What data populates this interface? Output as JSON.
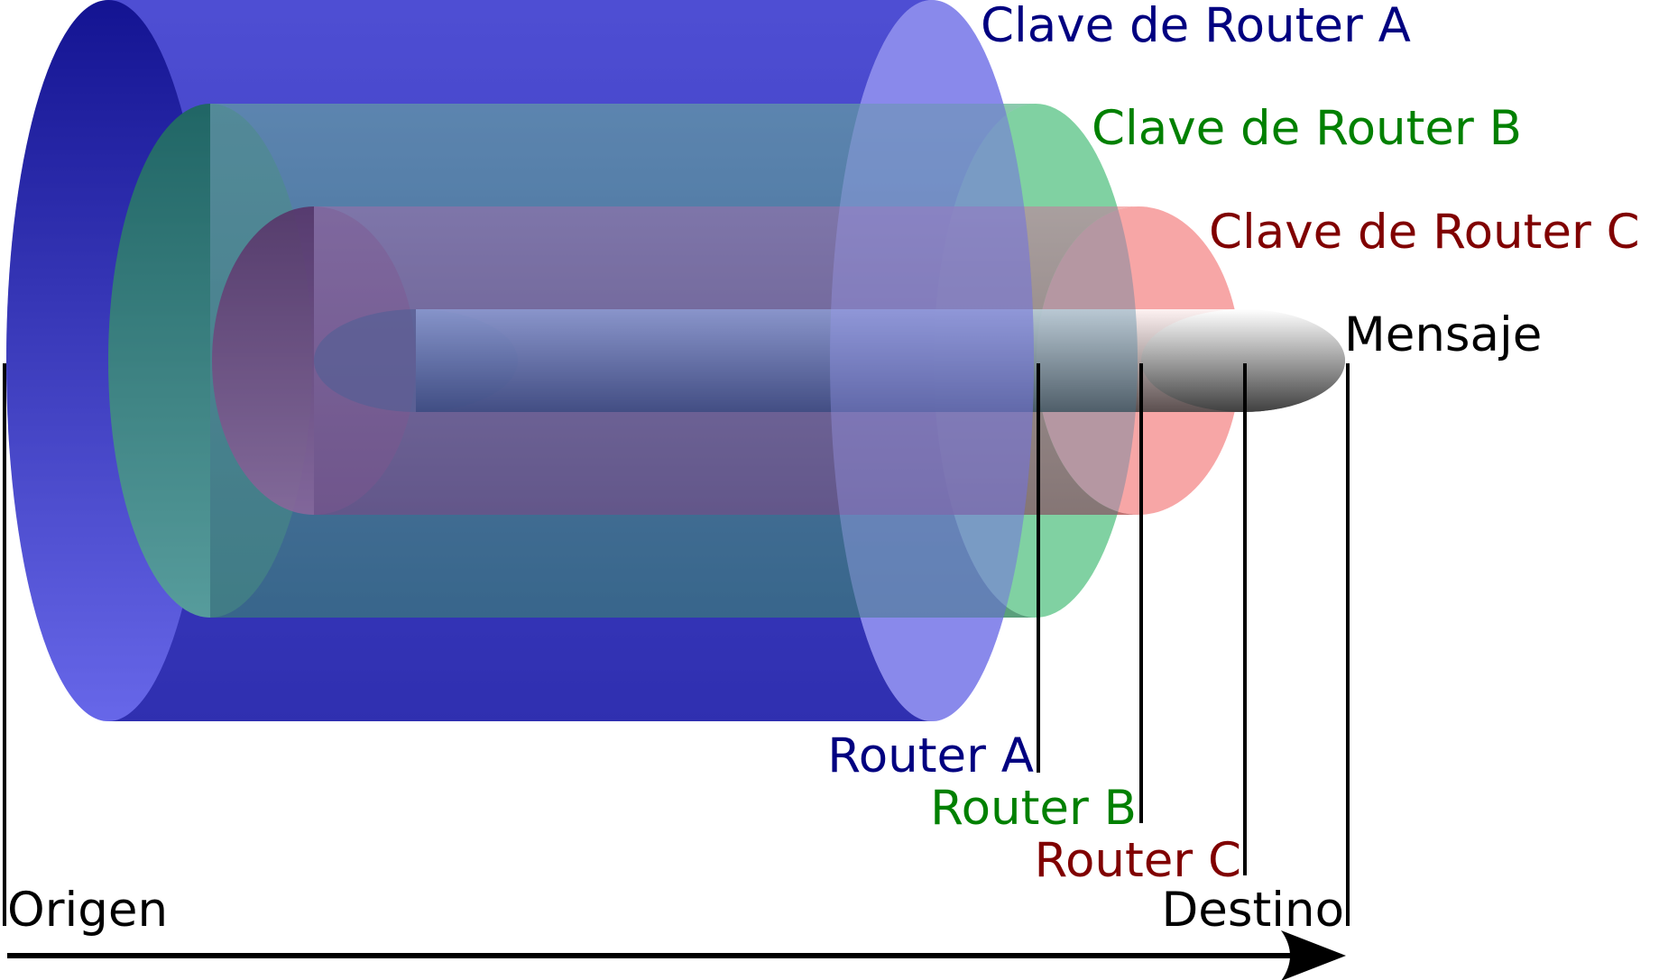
{
  "layers": [
    {
      "id": "a",
      "key_label": "Clave de Router A",
      "router_label": "Router A",
      "color": "#000080"
    },
    {
      "id": "b",
      "key_label": "Clave de Router B",
      "router_label": "Router B",
      "color": "#008000"
    },
    {
      "id": "c",
      "key_label": "Clave de Router C",
      "router_label": "Router C",
      "color": "#800000"
    }
  ],
  "message_label": "Mensaje",
  "origin_label": "Origen",
  "destination_label": "Destino",
  "colors": {
    "text_dark": "#000000",
    "blue_tube": "#3333cc",
    "green_tube": "#55cc55",
    "red_tube": "#e07070",
    "gray_message": "#888888"
  }
}
